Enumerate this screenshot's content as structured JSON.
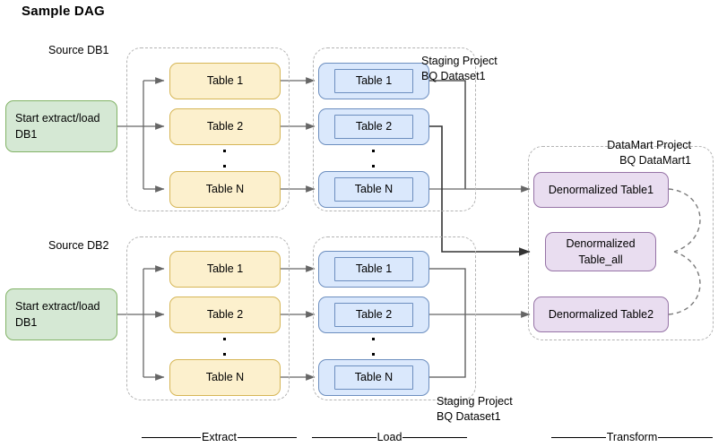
{
  "title": "Sample DAG",
  "sources": [
    {
      "label": "Source DB1",
      "start_node": "Start extract/load\nDB1"
    },
    {
      "label": "Source DB2",
      "start_node": "Start extract/load\nDB1"
    }
  ],
  "extract_groups": [
    {
      "tables": [
        "Table 1",
        "Table 2",
        "Table N"
      ]
    },
    {
      "tables": [
        "Table 1",
        "Table 2",
        "Table N"
      ]
    }
  ],
  "load_groups": [
    {
      "caption": "Staging Project\nBQ Dataset1",
      "tables": [
        "Table 1",
        "Table 2",
        "Table N"
      ]
    },
    {
      "caption": "Staging Project\nBQ Dataset1",
      "tables": [
        "Table 1",
        "Table 2",
        "Table N"
      ]
    }
  ],
  "transform_group": {
    "caption": "DataMart Project\nBQ DataMart1",
    "tables": [
      "Denormalized Table1",
      "Denormalized\nTable_all",
      "Denormalized Table2"
    ]
  },
  "phases": [
    {
      "label": "Extract"
    },
    {
      "label": "Load"
    },
    {
      "label": "Transform"
    }
  ],
  "colors": {
    "green_fill": "#d5e8d4",
    "green_stroke": "#82b366",
    "yellow_fill": "#fcf0cd",
    "yellow_stroke": "#d6b656",
    "blue_fill": "#dae8fc",
    "blue_stroke": "#6c8ebf",
    "purple_fill": "#e9ddf0",
    "purple_stroke": "#9673a6",
    "group_stroke": "#b3b3b3",
    "edge_stroke": "#666666",
    "text": "#000000"
  }
}
